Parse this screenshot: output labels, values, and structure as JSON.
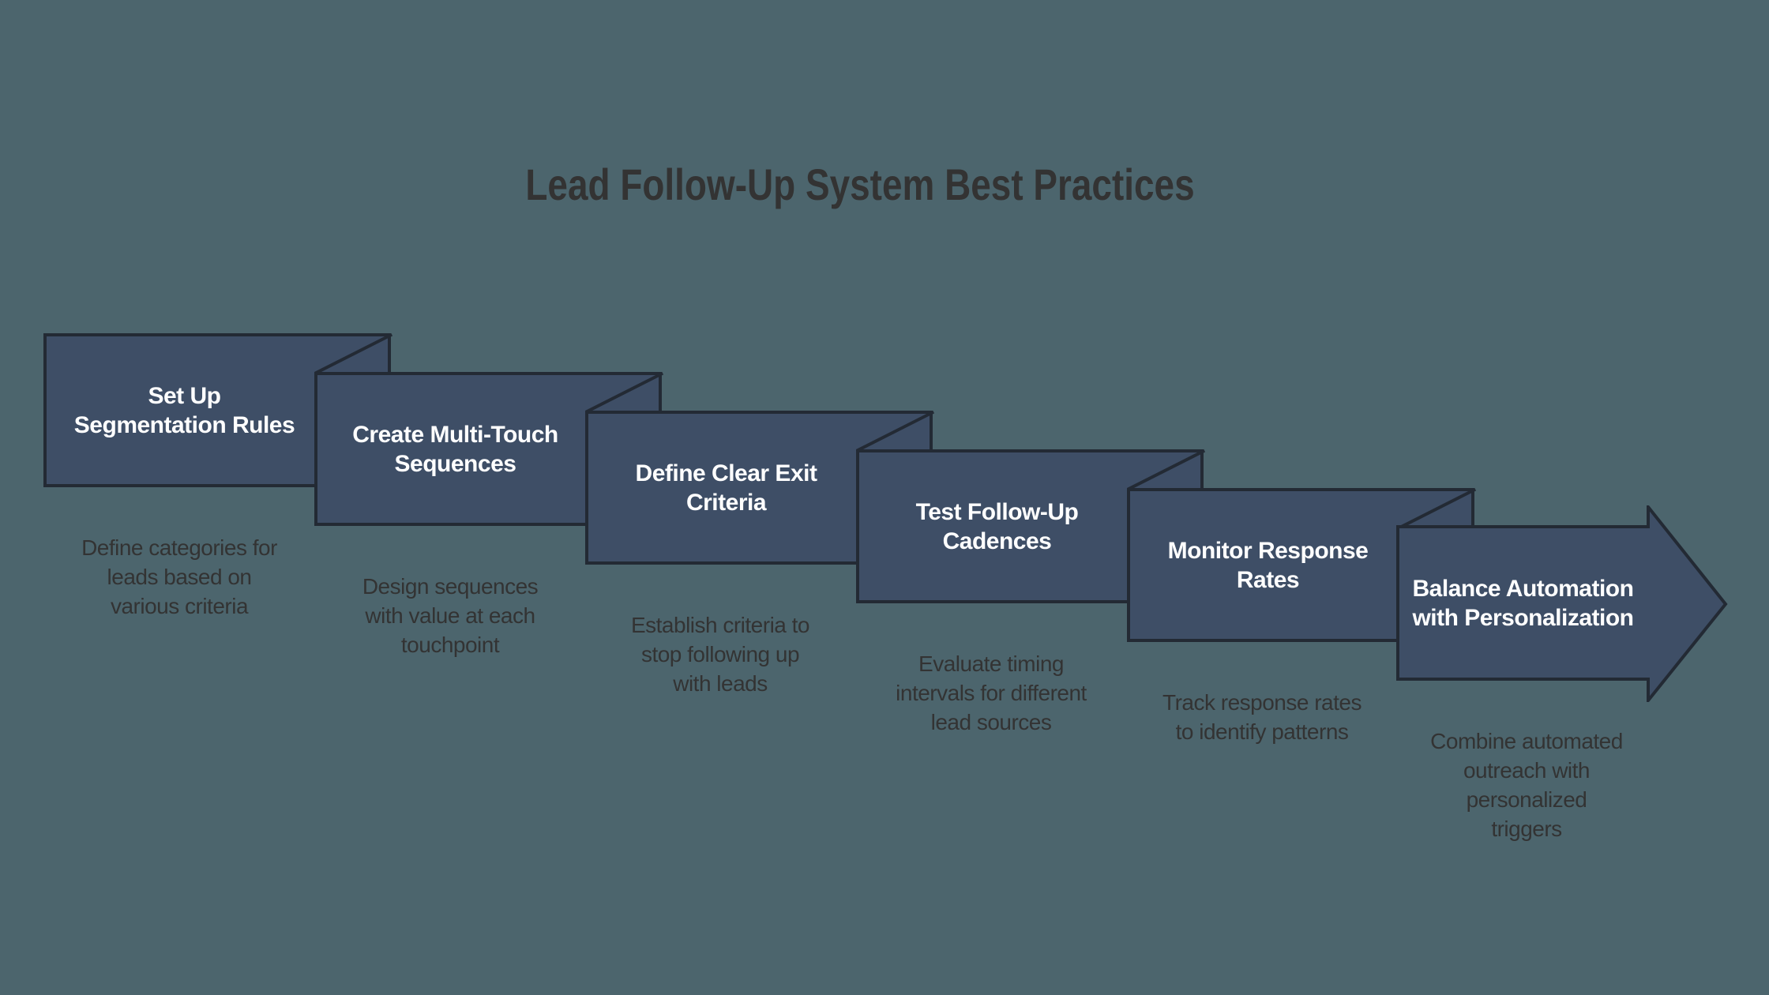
{
  "title": "Lead Follow-Up System Best Practices",
  "colors": {
    "bg": "#4C656D",
    "box_fill": "#3E4E66",
    "box_border": "#232A34",
    "dark_text": "#333333",
    "light_text": "#FFFFFF"
  },
  "steps": [
    {
      "title": "Set Up\nSegmentation Rules",
      "description": "Define categories for\nleads based on\nvarious criteria"
    },
    {
      "title": "Create Multi-Touch\nSequences",
      "description": "Design sequences\nwith value at each\ntouchpoint"
    },
    {
      "title": "Define Clear Exit\nCriteria",
      "description": "Establish criteria to\nstop following up\nwith leads"
    },
    {
      "title": "Test Follow-Up\nCadences",
      "description": "Evaluate timing\nintervals for different\nlead sources"
    },
    {
      "title": "Monitor Response\nRates",
      "description": "Track response rates\nto identify patterns"
    },
    {
      "title": "Balance Automation\nwith Personalization",
      "description": "Combine automated\noutreach with\npersonalized\ntriggers"
    }
  ]
}
